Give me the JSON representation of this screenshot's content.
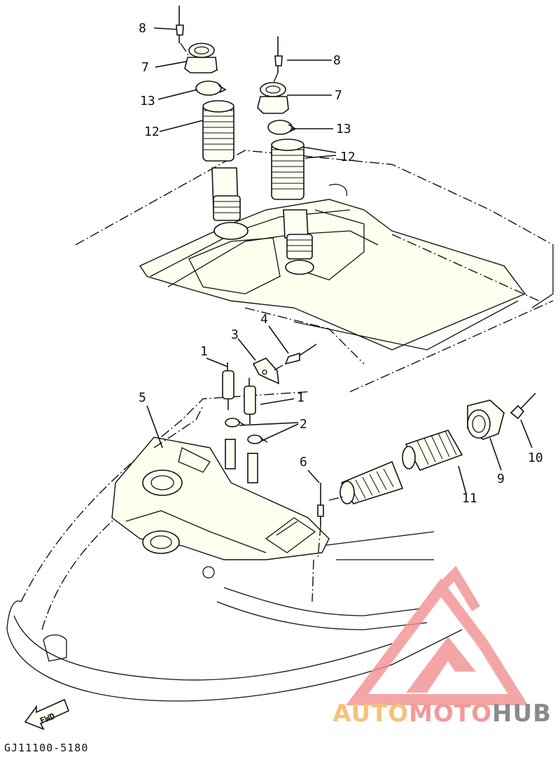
{
  "diagram": {
    "callouts": {
      "c1a": "1",
      "c1b": "1",
      "c2": "2",
      "c3": "3",
      "c4": "4",
      "c5": "5",
      "c6": "6",
      "c7a": "7",
      "c7b": "7",
      "c8a": "8",
      "c8b": "8",
      "c9": "9",
      "c10": "10",
      "c11": "11",
      "c12a": "12",
      "c12b": "12",
      "c13a": "13",
      "c13b": "13"
    },
    "fwd_label": "FWD",
    "drawing_code": "GJ11100-5180"
  },
  "watermark": {
    "part1": "AUTO",
    "part2": "MOTO",
    "part3": "HUB",
    "colors": {
      "auto": "#f6c27c",
      "moto": "#f29a9a",
      "hub": "#8a8a8a",
      "triangle": "#f29090"
    }
  }
}
